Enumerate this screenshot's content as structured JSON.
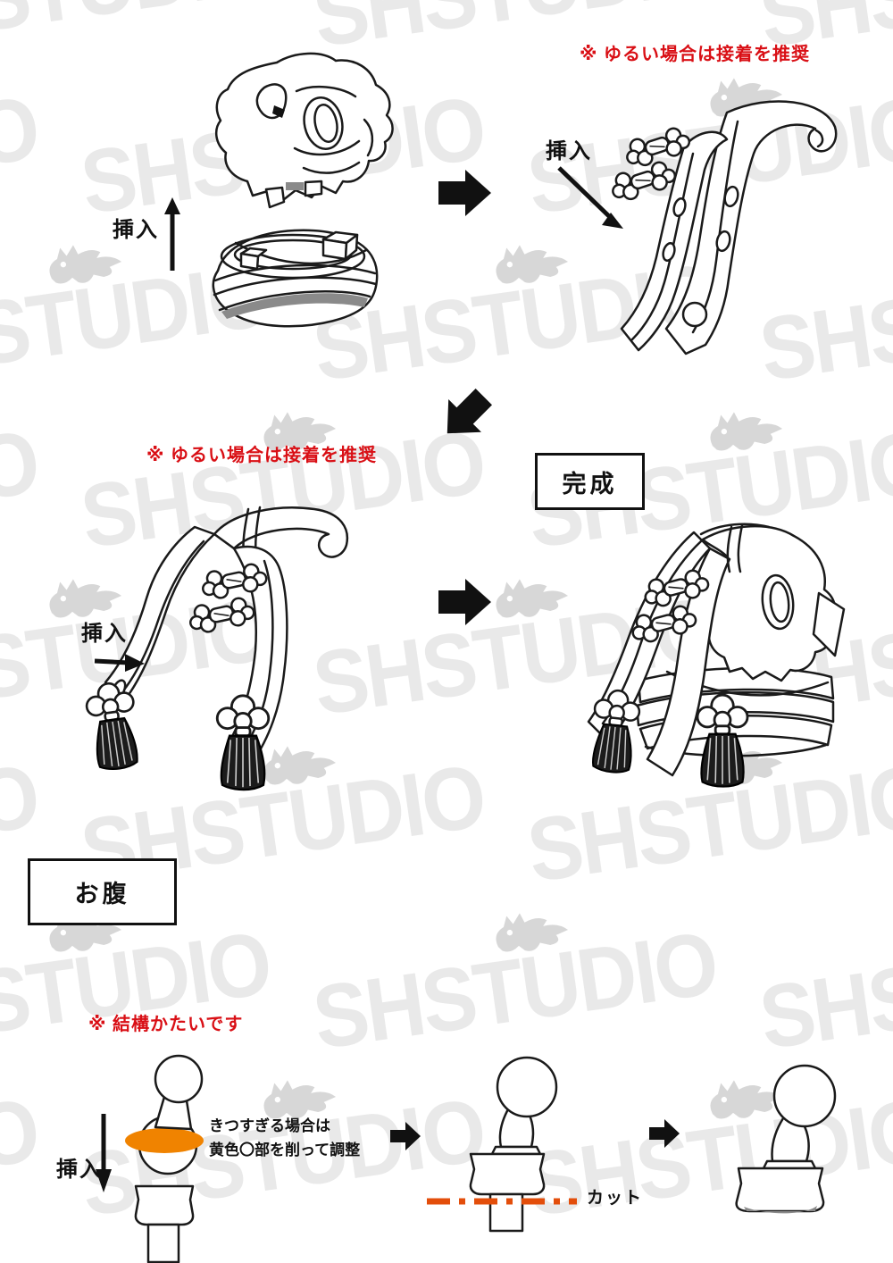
{
  "watermark": {
    "text": "SHSTUDIO"
  },
  "colors": {
    "note_red": "#d90f15",
    "highlight_orange": "#f08300",
    "cut_line": "#e34e0b"
  },
  "steps": {
    "head_insert_label": "挿入",
    "collar_note": "※ ゆるい場合は接着を推奨",
    "collar_insert_label": "挿入",
    "vest_note": "※ ゆるい場合は接着を推奨",
    "vest_insert_label": "挿入",
    "complete_label": "完成"
  },
  "belly": {
    "section_title": "お腹",
    "stiff_note": "※ 結構かたいです",
    "insert_label": "挿入",
    "adjust_note_line1": "きつすぎる場合は",
    "adjust_note_line2": "黄色〇部を削って調整",
    "cut_label": "カット"
  }
}
